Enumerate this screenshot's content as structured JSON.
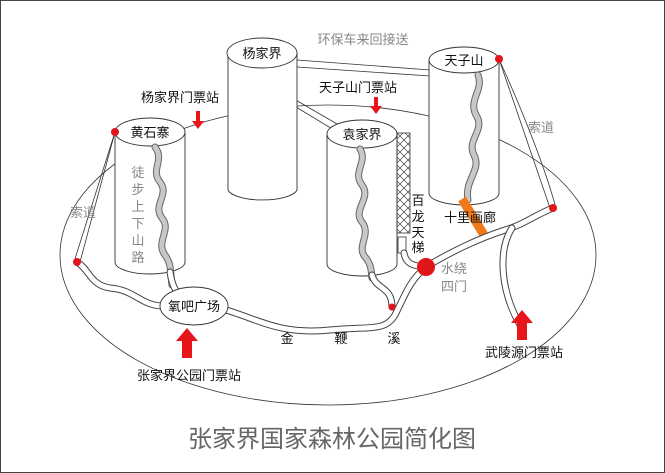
{
  "title": "张家界国家森林公园简化图",
  "peaks": {
    "yangjiajie": "杨家界",
    "tianzishan": "天子山",
    "yuanjiajie": "袁家界",
    "huangshizhai": "黄石寨"
  },
  "plaza": "氧吧广场",
  "ticket_stations": {
    "yangjiajie": "杨家界门票站",
    "tianzishan": "天子山门票站",
    "zhangjiajie_park": "张家界公园门票站",
    "wulingyuan": "武陵源门票站"
  },
  "routes": {
    "shuttle": "环保车来回接送",
    "cableway_right": "索道",
    "cableway_left": "索道",
    "hiking_trail": [
      "徒",
      "步",
      "上",
      "下",
      "山",
      "路"
    ],
    "elevator": [
      "百",
      "龙",
      "天",
      "梯"
    ],
    "gallery": "十里画廊",
    "stream": [
      "金",
      "鞭",
      "溪"
    ]
  },
  "spots": {
    "shuirao_line1": "水绕",
    "shuirao_line2": "四门"
  },
  "colors": {
    "arrow": "#e8161a",
    "dot": "#e0161a",
    "gallery": "#f07a1a",
    "trail": "#c8c8c8"
  }
}
